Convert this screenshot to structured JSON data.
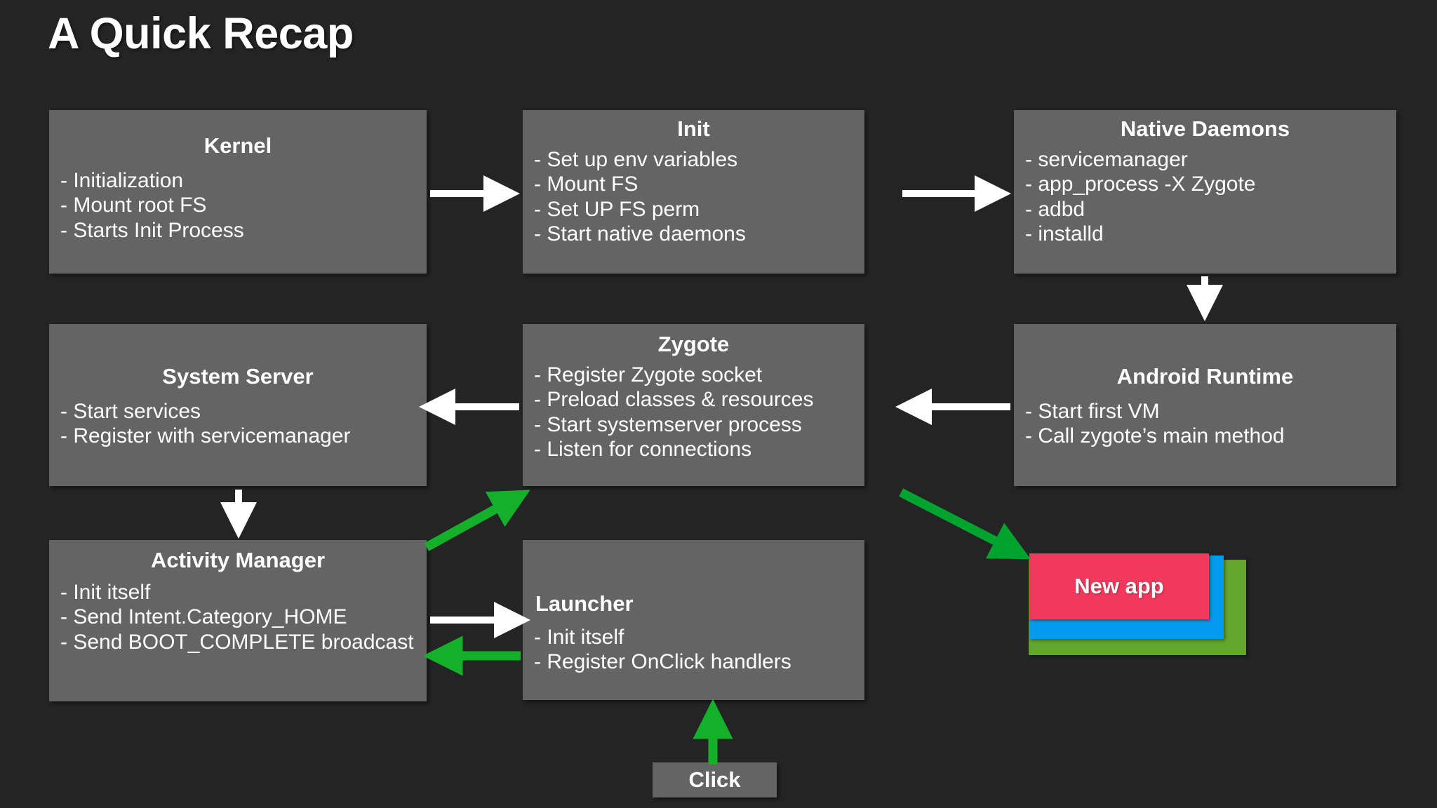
{
  "page": {
    "title": "A Quick Recap",
    "background_color": "#242424",
    "box_color": "#646464",
    "text_color": "#FFFFFF"
  },
  "diagram": {
    "boxes": [
      {
        "id": "kernel",
        "title": "Kernel",
        "title_align": "center",
        "bullets": [
          "- Initialization",
          "- Mount root FS",
          "- Starts Init Process"
        ]
      },
      {
        "id": "init",
        "title": "Init",
        "title_align": "center",
        "bullets": [
          "- Set up env variables",
          "- Mount FS",
          "- Set UP FS perm",
          "- Start native daemons"
        ]
      },
      {
        "id": "native-daemons",
        "title": "Native Daemons",
        "title_align": "center",
        "bullets": [
          "- servicemanager",
          "- app_process -X Zygote",
          "- adbd",
          "- installd"
        ]
      },
      {
        "id": "system-server",
        "title": "System Server",
        "title_align": "center",
        "bullets": [
          "- Start services",
          "- Register with servicemanager"
        ]
      },
      {
        "id": "zygote",
        "title": "Zygote",
        "title_align": "center",
        "bullets": [
          "- Register Zygote socket",
          "- Preload classes & resources",
          "- Start systemserver process",
          "- Listen for connections"
        ]
      },
      {
        "id": "android-runtime",
        "title": "Android Runtime",
        "title_align": "center",
        "bullets": [
          "- Start first VM",
          "- Call zygote’s main method"
        ]
      },
      {
        "id": "activity-manager",
        "title": "Activity Manager",
        "title_align": "center",
        "bullets": [
          "- Init itself",
          "- Send Intent.Category_HOME",
          "- Send BOOT_COMPLETE broadcast"
        ]
      },
      {
        "id": "launcher",
        "title": "Launcher",
        "title_align": "left",
        "bullets": [
          "- Init itself",
          "- Register OnClick handlers"
        ]
      }
    ],
    "click_box": {
      "label": "Click"
    },
    "app_stack": {
      "label": "New app",
      "cards": [
        {
          "id": "green",
          "color": "#62A62B"
        },
        {
          "id": "blue",
          "color": "#039BEF"
        },
        {
          "id": "pink",
          "color": "#F2395C"
        }
      ]
    },
    "arrows": [
      {
        "id": "kernel-to-init",
        "color": "#FFFFFF",
        "direction": "right"
      },
      {
        "id": "init-to-native-daemons",
        "color": "#FFFFFF",
        "direction": "right"
      },
      {
        "id": "native-daemons-to-runtime",
        "color": "#FFFFFF",
        "direction": "down"
      },
      {
        "id": "runtime-to-zygote",
        "color": "#FFFFFF",
        "direction": "left"
      },
      {
        "id": "zygote-to-system-server",
        "color": "#FFFFFF",
        "direction": "left"
      },
      {
        "id": "system-server-to-activity-manager",
        "color": "#FFFFFF",
        "direction": "down"
      },
      {
        "id": "activity-manager-to-launcher",
        "color": "#FFFFFF",
        "direction": "right"
      },
      {
        "id": "activity-manager-to-zygote",
        "color": "#14B02A",
        "direction": "up-right"
      },
      {
        "id": "launcher-to-activity-manager",
        "color": "#14B02A",
        "direction": "left"
      },
      {
        "id": "zygote-to-new-app",
        "color": "#00A32E",
        "direction": "down-right"
      },
      {
        "id": "click-to-launcher",
        "color": "#14B02A",
        "direction": "up"
      }
    ]
  }
}
